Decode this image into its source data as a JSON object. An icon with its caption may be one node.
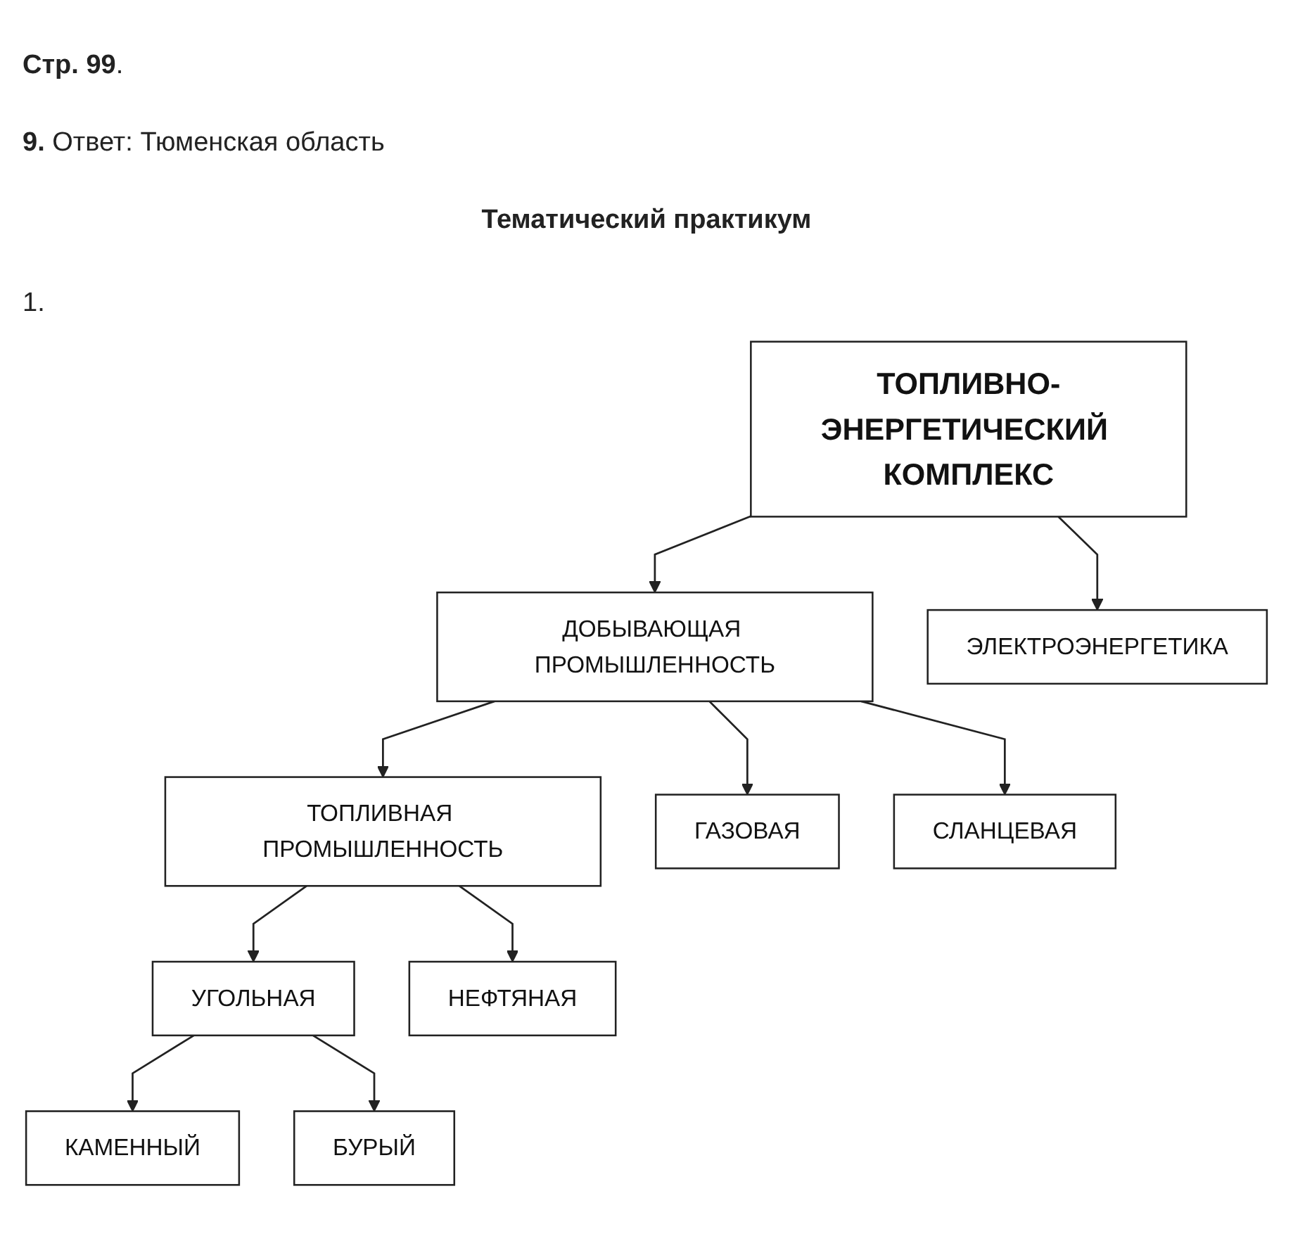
{
  "diagram": {
    "title": "Тематический практикум",
    "nodes": [
      {
        "text": [
          "ТОПЛИВНО-ЭНЕРГЕТИЧЕСКИЙ КОМПЛЕКС"
        ]
      },
      {
        "text": [
          "ДОБЫВАЮЩАЯ ПРОМЫШЛЕННОСТЬ"
        ]
      },
      {
        "text": [
          "ЭЛЕКТРОЭНЕРГЕТИКА"
        ]
      },
      {
        "text": [
          "УГОЛЬНАЯ"
        ]
      },
      {
        "text": [
          "ТОПЛИВНАЯ ПРОМЫШЛЕННОСТЬ"
        ]
      },
      {
        "text": [
          "КАМЕННЫЙ"
        ]
      },
      {
        "text": [
          "БУРЫЙ"
        ]
      },
      {
        "text": [
          "НЕФТЯНАЯ"
        ]
      },
      {
        "text": [
          "ГАЗОВАЯ"
        ]
      },
      {
        "text": [
          "СЛАНЦЕВАЯ"
        ]
      }
    ],
    "edges": [
      {
        "from": 0,
        "to": 1,
        "arrow": "to"
      },
      {
        "from": 0,
        "to": 2,
        "arrow": "to"
      },
      {
        "from": 1,
        "to": 4,
        "arrow": "to"
      },
      {
        "from": 4,
        "to": 3,
        "arrow": "to"
      },
      {
        "from": 4,
        "to": 7,
        "arrow": "to"
      },
      {
        "from": 3,
        "to": 5,
        "arrow": "to"
      },
      {
        "from": 3,
        "to": 6,
        "arrow": "to"
      },
      {
        "from": 1,
        "to": 8,
        "arrow": "to"
      },
      {
        "from": 1,
        "to": 9,
        "arrow": "to"
      }
    ],
    "labels": [
      "**Стр. 99**.",
      "**9.** Ответ: Тюменская область",
      "1."
    ]
  }
}
